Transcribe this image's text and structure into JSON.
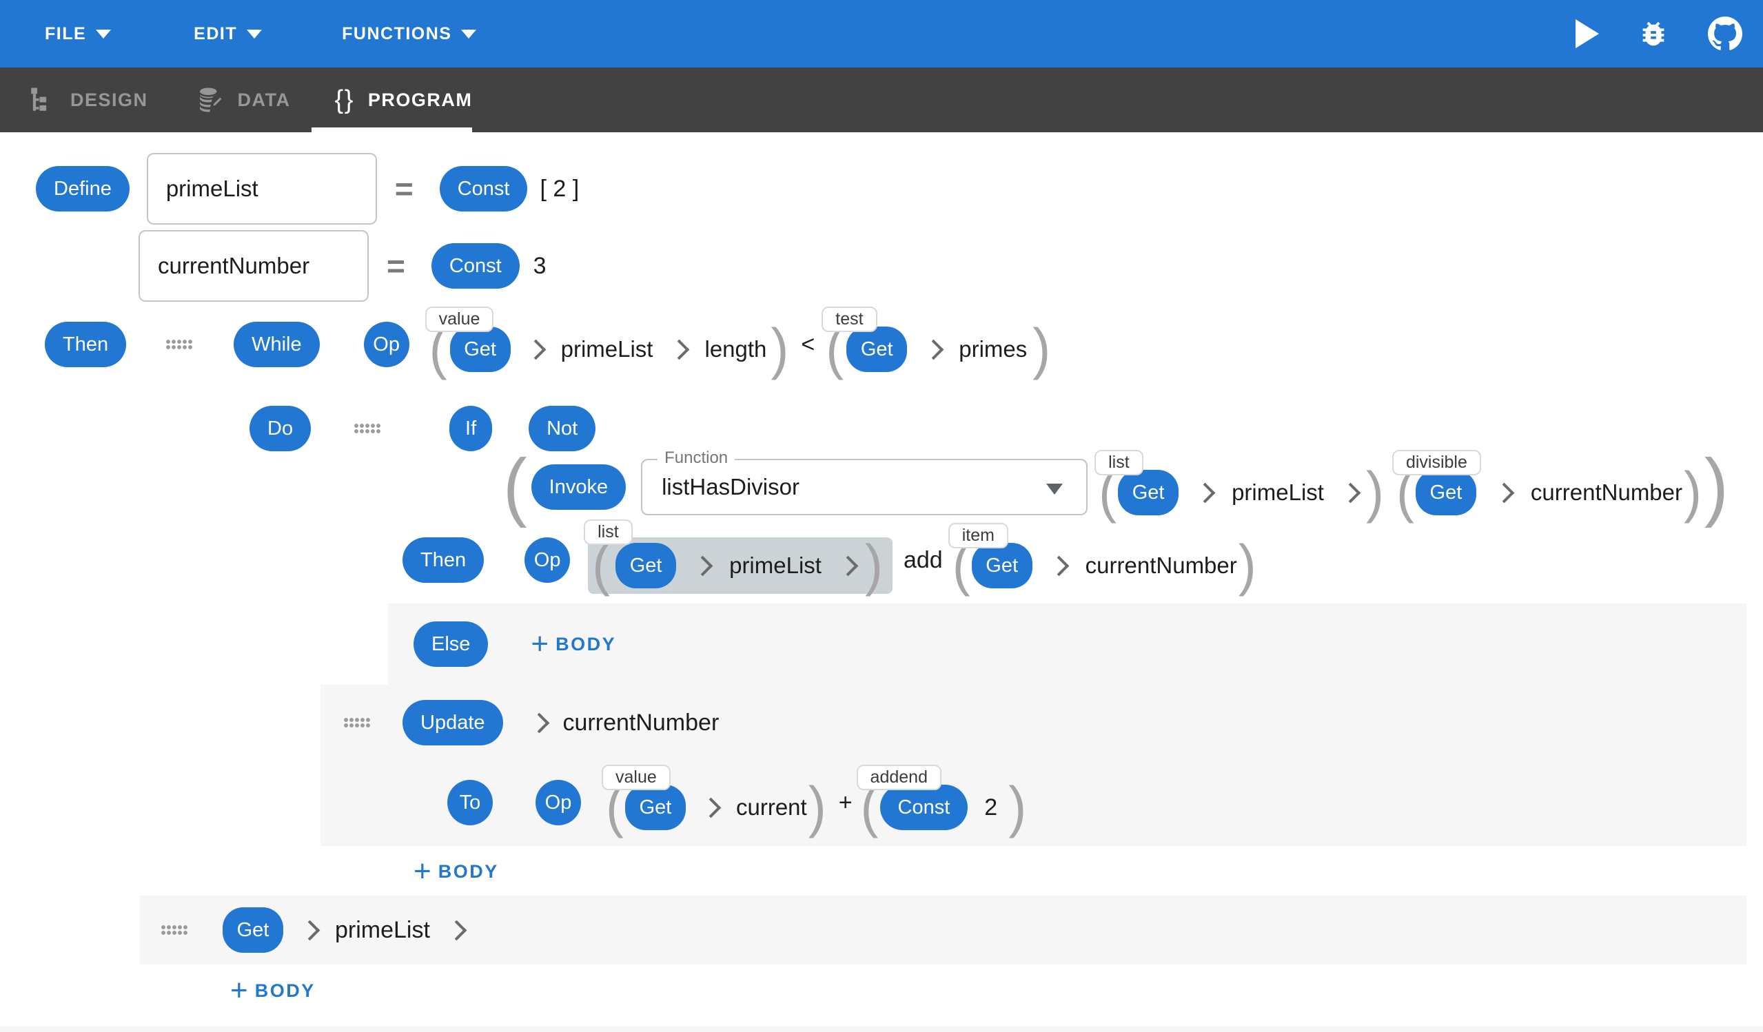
{
  "syntax": {
    "open": "(",
    "close": ")"
  },
  "menubar": {
    "file": "FILE",
    "edit": "EDIT",
    "functions": "FUNCTIONS"
  },
  "tabs": {
    "design": "DESIGN",
    "data": "DATA",
    "program": "PROGRAM",
    "braces": "{}"
  },
  "program": {
    "define": {
      "label": "Define",
      "equals": "=",
      "vars": [
        {
          "name": "primeList",
          "op": "Const",
          "value": "[ 2 ]"
        },
        {
          "name": "currentNumber",
          "op": "Const",
          "value": "3"
        }
      ]
    },
    "while_row": {
      "then": "Then",
      "while": "While",
      "op": "Op",
      "value_chip": "value",
      "get1": "Get",
      "seg1": "primeList",
      "seg2": "length",
      "lt": "<",
      "test_chip": "test",
      "get2": "Get",
      "seg3": "primes"
    },
    "do_row": {
      "do": "Do",
      "if": "If",
      "not": "Not"
    },
    "invoke_row": {
      "invoke": "Invoke",
      "function_label": "Function",
      "function_value": "listHasDivisor",
      "list_chip": "list",
      "get1": "Get",
      "arg1": "primeList",
      "divisible_chip": "divisible",
      "get2": "Get",
      "arg2": "currentNumber"
    },
    "then_row": {
      "then": "Then",
      "op": "Op",
      "list_chip": "list",
      "get1": "Get",
      "seg1": "primeList",
      "add": "add",
      "item_chip": "item",
      "get2": "Get",
      "seg2": "currentNumber"
    },
    "else_row": {
      "else": "Else"
    },
    "update_row": {
      "update": "Update",
      "target": "currentNumber",
      "to": "To",
      "op": "Op",
      "value_chip": "value",
      "get": "Get",
      "seg": "current",
      "plus_op": "+",
      "addend_chip": "addend",
      "const": "Const",
      "const_value": "2"
    },
    "get_row": {
      "get": "Get",
      "seg": "primeList"
    },
    "body_button": {
      "plus": "+",
      "label": "BODY"
    }
  }
}
